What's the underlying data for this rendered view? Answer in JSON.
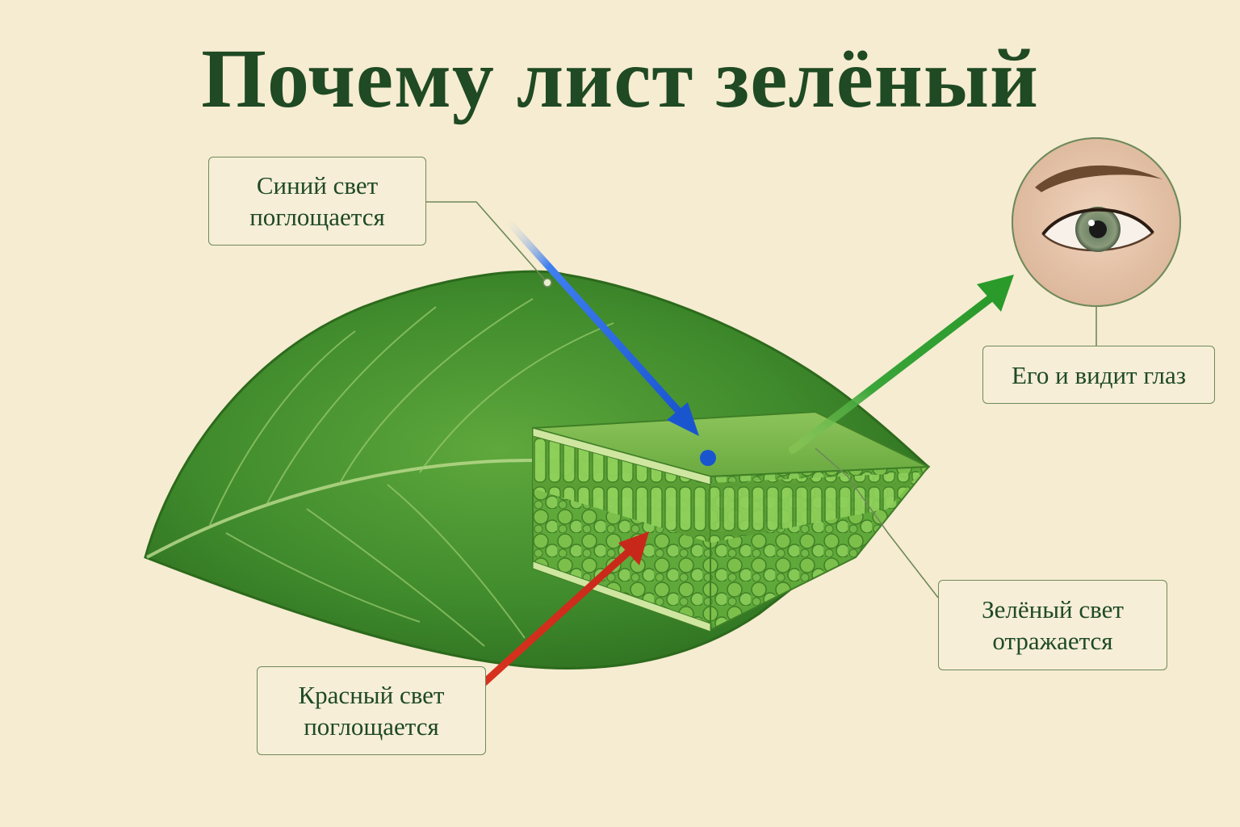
{
  "title": "Почему лист зелёный",
  "labels": {
    "blue": {
      "line1": "Синий свет",
      "line2": "поглощается"
    },
    "red": {
      "line1": "Красный свет",
      "line2": "поглощается"
    },
    "green": {
      "line1": "Зелёный свет",
      "line2": "отражается"
    },
    "eye": {
      "text": "Его и видит глаз"
    }
  },
  "colors": {
    "background": "#f6ecd2",
    "title": "#1f4a23",
    "leaf": "#3f8a2c",
    "blue_arrow": "#1f5fd6",
    "red_arrow": "#d8321e",
    "green_arrow": "#2f9a2e",
    "label_border": "#6f8a5a"
  },
  "icons": {
    "eye": "eye-icon",
    "leaf": "leaf-illustration",
    "cross_section": "leaf-cross-section"
  }
}
